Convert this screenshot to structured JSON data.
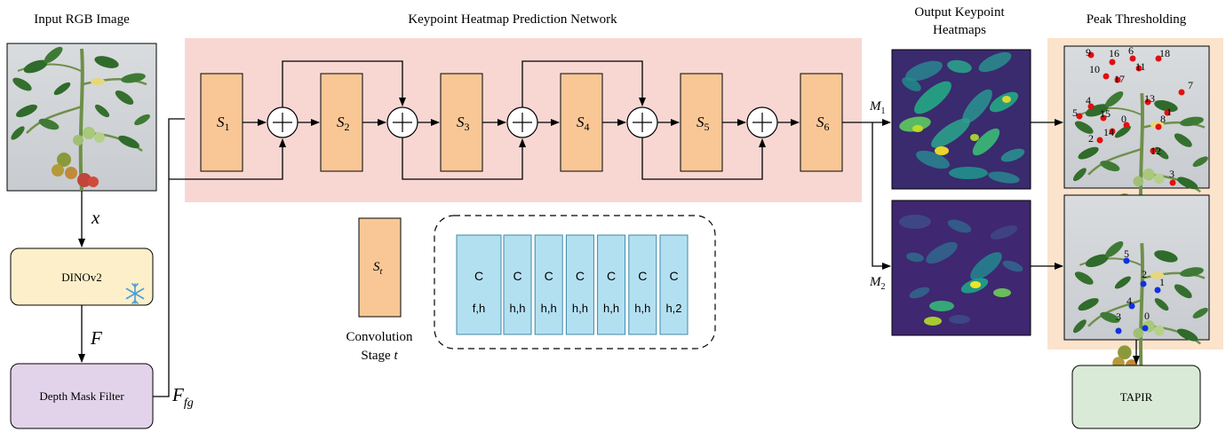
{
  "titles": {
    "input": "Input RGB Image",
    "network": "Keypoint Heatmap Prediction Network",
    "heatmaps_line1": "Output Keypoint",
    "heatmaps_line2": "Heatmaps",
    "peak": "Peak Thresholding"
  },
  "pipeline": {
    "x_label": "x",
    "dino": "DINOv2",
    "f_label": "F",
    "depth_filter": "Depth Mask Filter",
    "ffg_label": "F",
    "ffg_sub": "fg",
    "tapir": "TAPIR"
  },
  "stages": [
    {
      "s": "S",
      "sub": "1"
    },
    {
      "s": "S",
      "sub": "2"
    },
    {
      "s": "S",
      "sub": "3"
    },
    {
      "s": "S",
      "sub": "4"
    },
    {
      "s": "S",
      "sub": "5"
    },
    {
      "s": "S",
      "sub": "6"
    }
  ],
  "legend": {
    "stage_s": "S",
    "stage_sub": "t",
    "caption_line1": "Convolution",
    "caption_line2": "Stage",
    "caption_var": "t",
    "conv_blocks": [
      {
        "top": "C",
        "bottom": "f,h"
      },
      {
        "top": "C",
        "bottom": "h,h"
      },
      {
        "top": "C",
        "bottom": "h,h"
      },
      {
        "top": "C",
        "bottom": "h,h"
      },
      {
        "top": "C",
        "bottom": "h,h"
      },
      {
        "top": "C",
        "bottom": "h,h"
      },
      {
        "top": "C",
        "bottom": "h,2"
      }
    ]
  },
  "maps": {
    "m1": "M",
    "m1_sub": "1",
    "m2": "M",
    "m2_sub": "2"
  },
  "keypoints_red": [
    "9",
    "16",
    "6",
    "18",
    "10",
    "17",
    "11",
    "7",
    "1",
    "13",
    "4",
    "5",
    "15",
    "0",
    "8",
    "14",
    "2",
    "12",
    "3"
  ],
  "keypoints_blue": [
    "5",
    "2",
    "1",
    "4",
    "3",
    "0"
  ],
  "colors": {
    "network_bg": "#f8d7d3",
    "stage_fill": "#f9c796",
    "dino_fill": "#fdefc9",
    "depth_fill": "#e3d3ea",
    "tapir_fill": "#d9ead6",
    "peak_bg": "#fbe3cc",
    "conv_fill": "#b3e0f1",
    "conv_stroke": "#3f88a8",
    "red_kp": "#e01010",
    "blue_kp": "#1030e0"
  }
}
